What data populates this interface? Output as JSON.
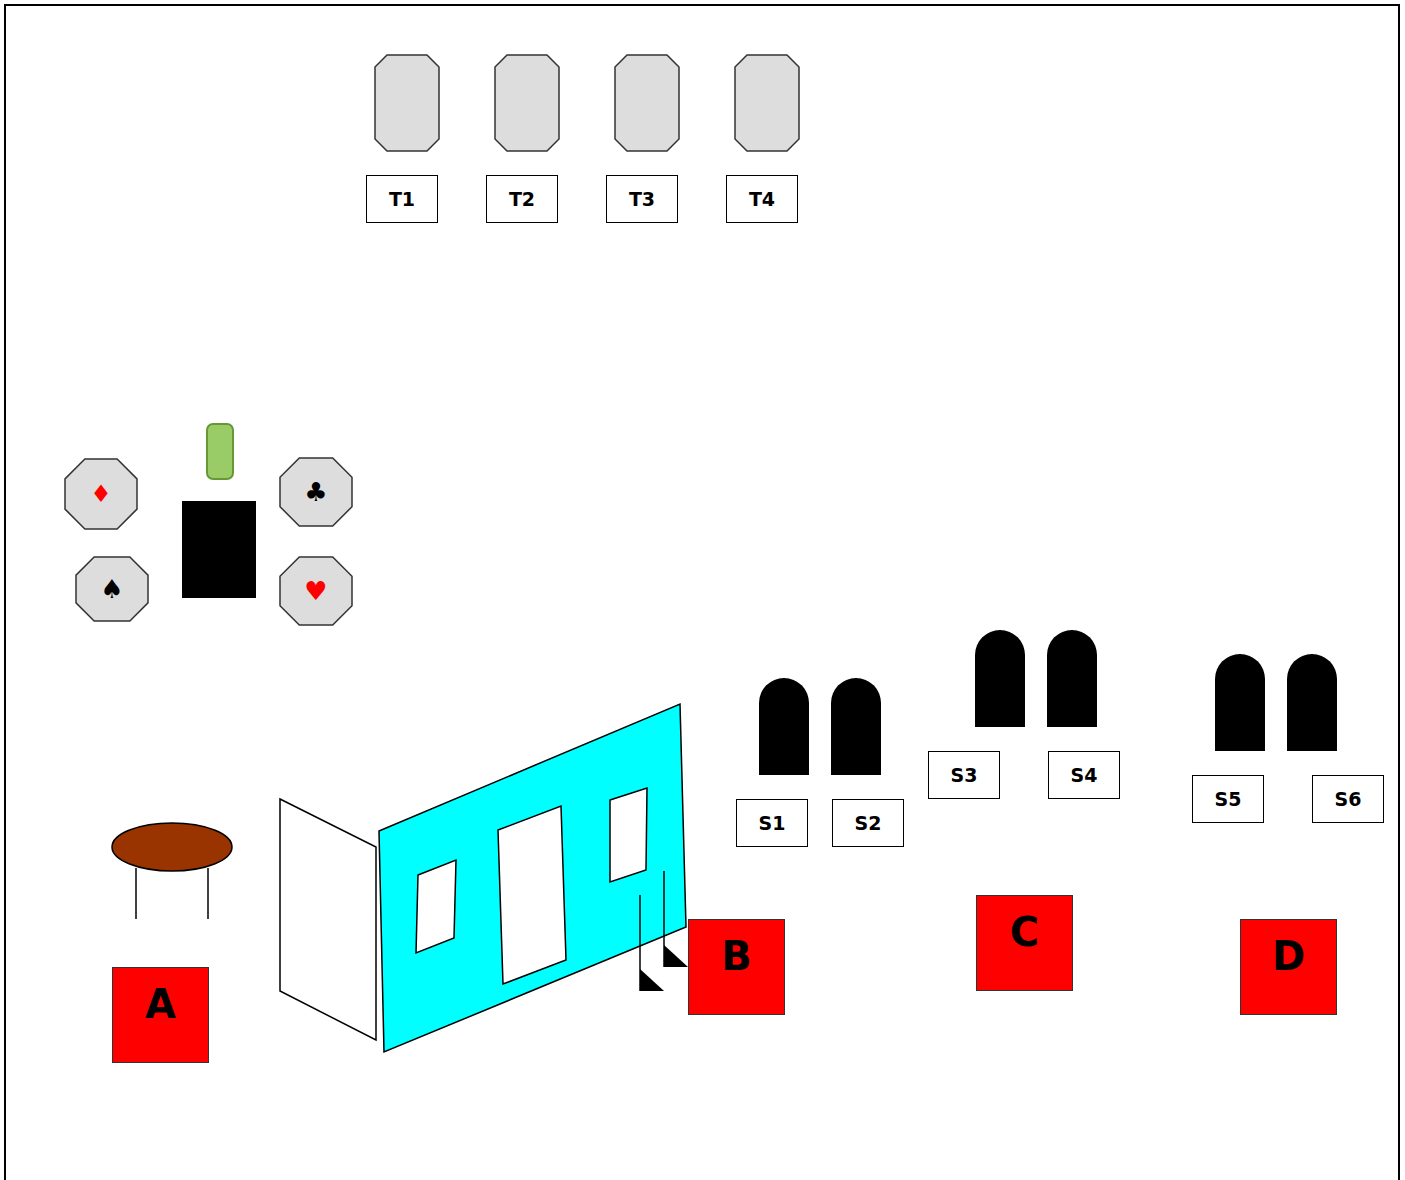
{
  "diagram": {
    "nodes": [
      {
        "text": [
          "T1"
        ]
      },
      {
        "text": [
          "T2"
        ]
      },
      {
        "text": [
          "T3"
        ]
      },
      {
        "text": [
          "T4"
        ]
      },
      {
        "text": [
          "♦"
        ]
      },
      {
        "text": [
          "♣"
        ]
      },
      {
        "text": [
          "♠"
        ]
      },
      {
        "text": [
          "♥"
        ]
      },
      {
        "text": [
          "S1"
        ]
      },
      {
        "text": [
          "S2"
        ]
      },
      {
        "text": [
          "S3"
        ]
      },
      {
        "text": [
          "S4"
        ]
      },
      {
        "text": [
          "S5"
        ]
      },
      {
        "text": [
          "S6"
        ]
      },
      {
        "text": [
          "A"
        ]
      },
      {
        "text": [
          "B"
        ]
      },
      {
        "text": [
          "C"
        ]
      },
      {
        "text": [
          "D"
        ]
      }
    ]
  }
}
